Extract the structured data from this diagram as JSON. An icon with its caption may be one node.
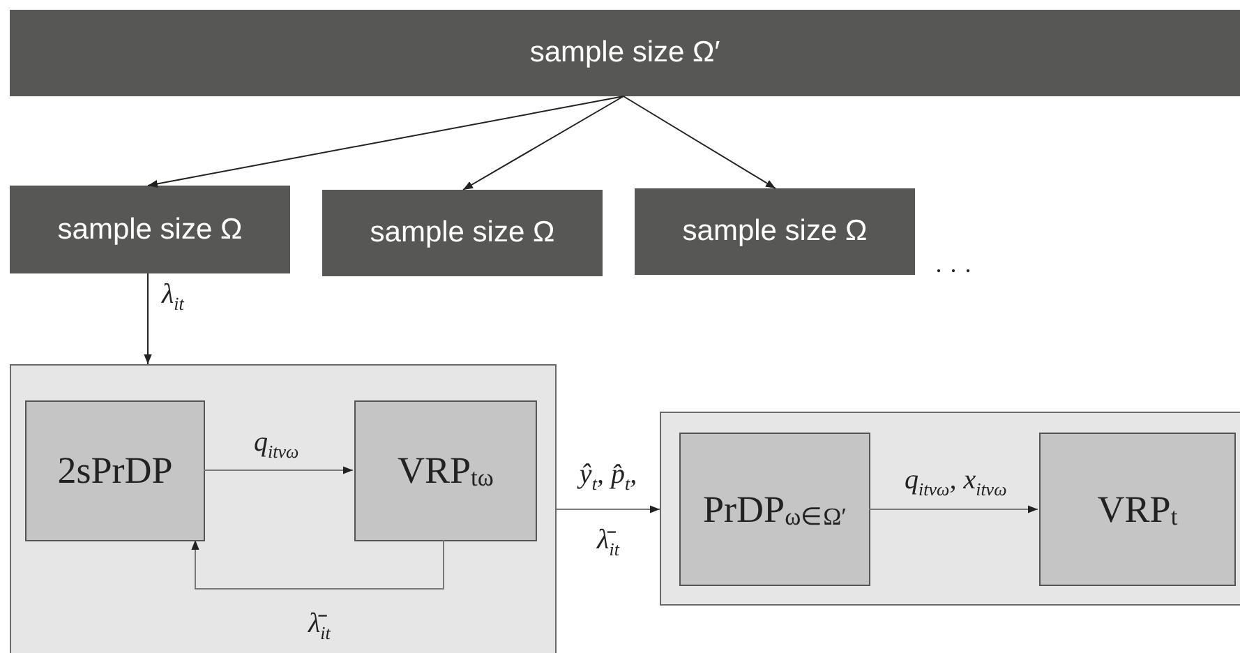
{
  "diagram": {
    "nodes": [
      {
        "text": [
          "sample size Ω′"
        ]
      },
      {
        "text": [
          "sample size Ω"
        ]
      },
      {
        "text": [
          "sample size Ω"
        ]
      },
      {
        "text": [
          "sample size Ω"
        ]
      },
      {
        "text": [],
        "shape": "box"
      },
      {
        "text": [
          "2sPrDP"
        ],
        "in": 4
      },
      {
        "text": [
          "VRP$_{tω}$"
        ],
        "in": 4
      },
      {
        "text": [],
        "shape": "box"
      },
      {
        "text": [
          "PrDP$_{ω∈Ω′}$"
        ],
        "in": 7
      },
      {
        "text": [
          "VRP$_{t}$"
        ],
        "in": 7
      }
    ],
    "edges": [
      {
        "from": 0,
        "to": 1,
        "arrow": "to"
      },
      {
        "from": 0,
        "to": 2,
        "arrow": "to"
      },
      {
        "from": 0,
        "to": 3,
        "arrow": "to"
      },
      {
        "from": 1,
        "to": 4,
        "arrow": "to",
        "label": "λ$_{it}$"
      },
      {
        "from": 5,
        "to": 6,
        "arrow": "to",
        "label": "q$_{itvω}$"
      },
      {
        "from": 6,
        "to": 5,
        "arrow": "to",
        "label": "λ̄$_{it}$"
      },
      {
        "from": 4,
        "to": 7,
        "arrow": "to",
        "label": "ŷ$_{t}$, p̂$_{t}$, λ̄$_{it}$"
      },
      {
        "from": 8,
        "to": 9,
        "arrow": "to",
        "label": "q$_{itvω}$, x$_{itvω}$"
      }
    ],
    "labels": [
      "· · ·"
    ]
  }
}
